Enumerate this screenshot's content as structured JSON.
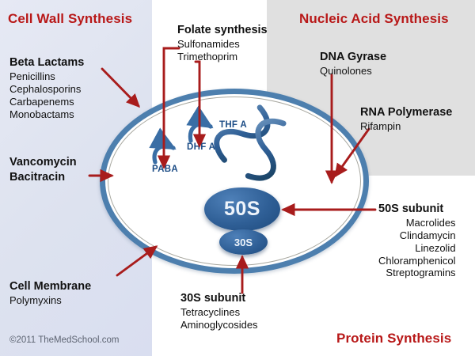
{
  "headings": {
    "cell_wall": "Cell Wall Synthesis",
    "nucleic_acid": "Nucleic Acid Synthesis",
    "protein": "Protein Synthesis"
  },
  "groups": {
    "beta_lactams": {
      "title": "Beta Lactams",
      "items": [
        "Penicillins",
        "Cephalosporins",
        "Carbapenems",
        "Monobactams"
      ]
    },
    "vancomycin": {
      "title": "Vancomycin",
      "title2": "Bacitracin",
      "items": []
    },
    "cell_membrane": {
      "title": "Cell Membrane",
      "items": [
        "Polymyxins"
      ]
    },
    "folate": {
      "title": "Folate synthesis",
      "items": [
        "Sulfonamides",
        "Trimethoprim"
      ]
    },
    "dna_gyrase": {
      "title": "DNA Gyrase",
      "items": [
        "Quinolones"
      ]
    },
    "rna_polymerase": {
      "title": "RNA Polymerase",
      "items": [
        "Rifampin"
      ]
    },
    "subunit_50s": {
      "title": "50S subunit",
      "items": [
        "Macrolides",
        "Clindamycin",
        "Linezolid",
        "Chloramphenicol",
        "Streptogramins"
      ]
    },
    "subunit_30s": {
      "title": "30S subunit",
      "items": [
        "Tetracyclines",
        "Aminoglycosides"
      ]
    }
  },
  "cell": {
    "ribosome_large": "50S",
    "ribosome_small": "30S",
    "folate_pathway": [
      "PABA",
      "DHF A",
      "THF A"
    ]
  },
  "footer": {
    "copyright": "©2011 TheMedSchool.com"
  },
  "colors": {
    "heading_red": "#b81818",
    "arrow_red": "#a81c1c",
    "cell_wall_blue": "#4d7fae",
    "ribosome_blue": "#2f5f96",
    "panel_left": "#dde2ef",
    "panel_gray": "#e0e0e0",
    "molecule_text": "#1d4d86"
  }
}
